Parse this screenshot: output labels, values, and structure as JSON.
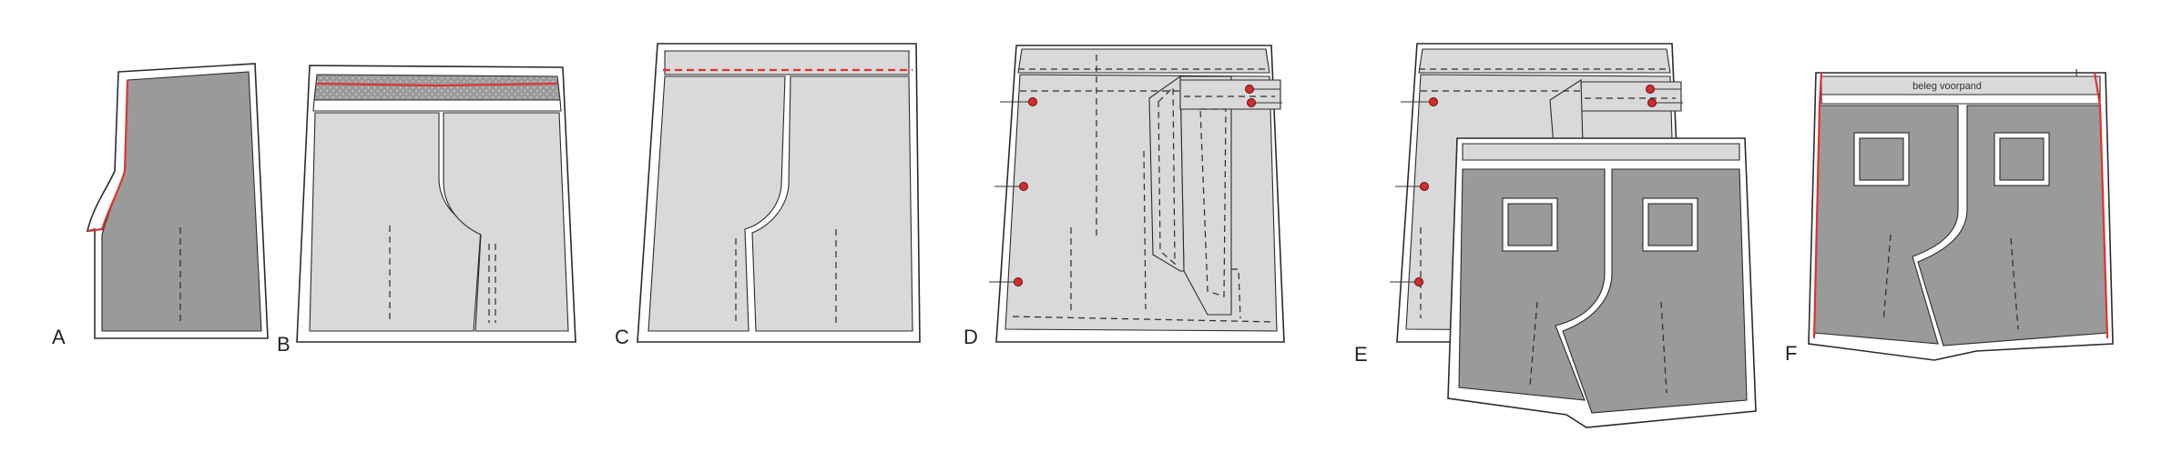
{
  "figure": {
    "steps": [
      {
        "id": "A",
        "label": "A"
      },
      {
        "id": "B",
        "label": "B"
      },
      {
        "id": "C",
        "label": "C"
      },
      {
        "id": "D",
        "label": "D"
      },
      {
        "id": "E",
        "label": "E"
      },
      {
        "id": "F",
        "label": "F"
      }
    ],
    "facing_label": "beleg voorpand"
  },
  "colors": {
    "fabric_right_side": "#9a9a9a",
    "fabric_wrong_side": "#d9d9d9",
    "facing": "#d9d9d9",
    "stitch_line": "#e0322f",
    "pin": "#d62b2b",
    "outline": "#2b2b2b"
  }
}
